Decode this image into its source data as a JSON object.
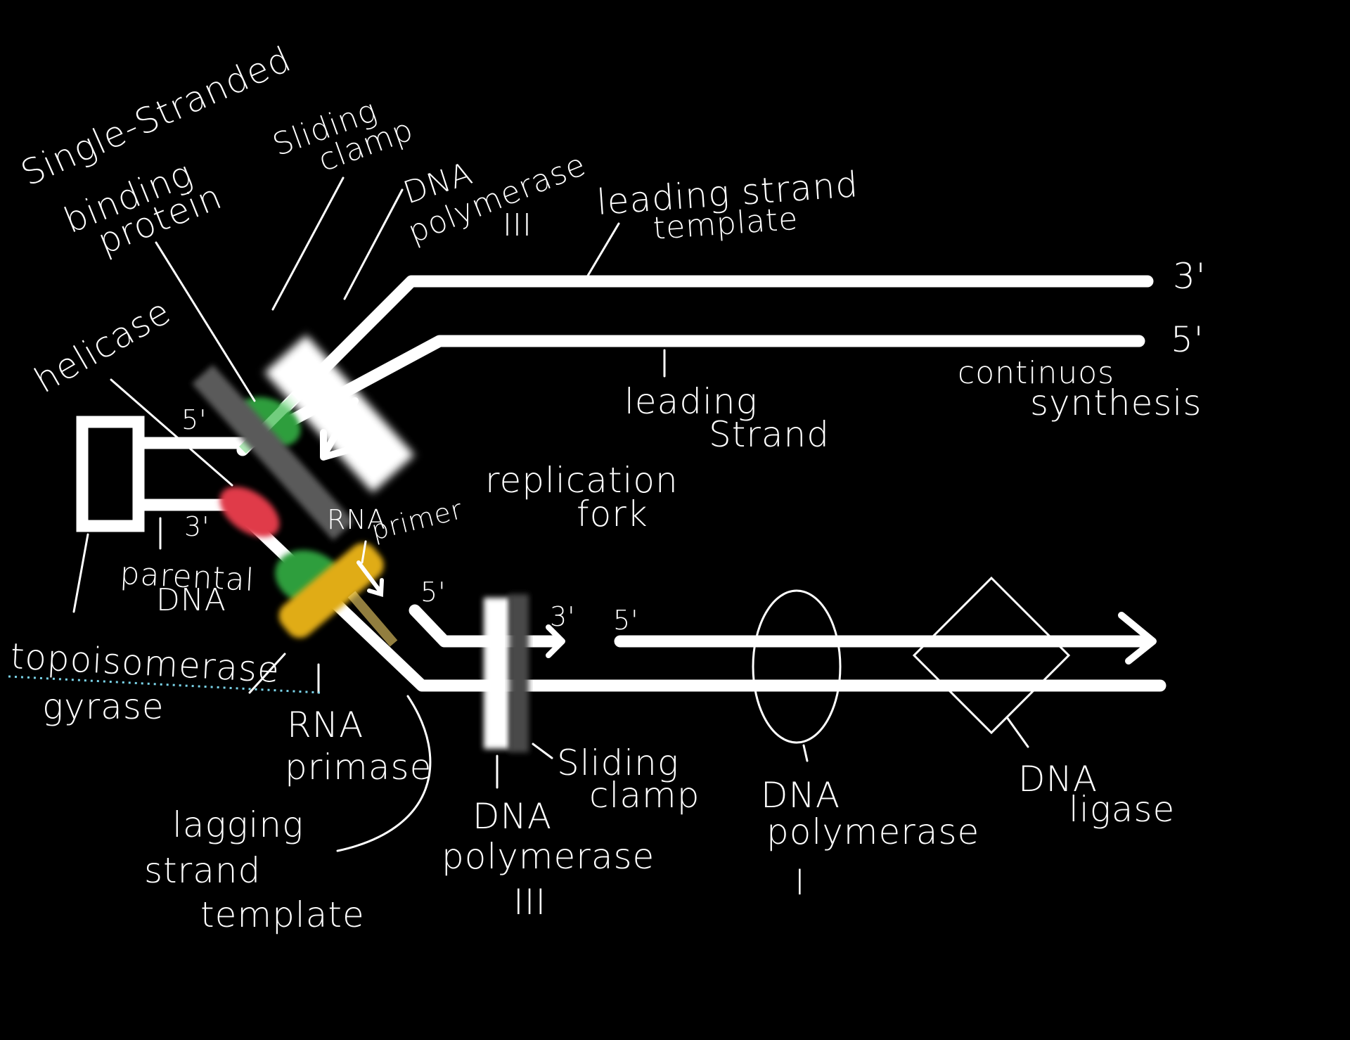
{
  "colors": {
    "background": "#000000",
    "strand": "#ffffff",
    "ssb_protein": "#2e9e3e",
    "rna_primer": "#e03a4a",
    "rna_primase": "#e0ac12",
    "clamp": "#6b6b6b",
    "dotted": "#7ad3e8"
  },
  "labels": {
    "ssb_line1": "Single-Stranded",
    "ssb_line2": "binding",
    "ssb_line3": "protein",
    "sliding_clamp_top_1": "Sliding",
    "sliding_clamp_top_2": "clamp",
    "dna_pol3_top_1": "DNA",
    "dna_pol3_top_2": "polymerase",
    "dna_pol3_top_3": "III",
    "leading_template_1": "leading strand",
    "leading_template_2": "template",
    "helicase": "helicase",
    "leading_strand_1": "leading",
    "leading_strand_2": "Strand",
    "continuous_1": "continuos",
    "continuous_2": "synthesis",
    "replication_fork_1": "replication",
    "replication_fork_2": "fork",
    "rna_primer_1": "RNA",
    "rna_primer_2": "primer",
    "parental_1": "parental",
    "parental_2": "DNA",
    "topoisomerase": "topoisomerase",
    "gyrase": "gyrase",
    "rna_primase_1": "RNA",
    "rna_primase_2": "primase",
    "lagging_1": "lagging",
    "lagging_2": "strand",
    "lagging_3": "template",
    "dna_pol3_bottom_1": "DNA",
    "dna_pol3_bottom_2": "polymerase",
    "dna_pol3_bottom_3": "III",
    "sliding_clamp_bottom_1": "Sliding",
    "sliding_clamp_bottom_2": "clamp",
    "dna_pol1_1": "DNA",
    "dna_pol1_2": "polymerase",
    "dna_pol1_3": "I",
    "ligase_1": "DNA",
    "ligase_2": "ligase"
  },
  "ends": {
    "top_3": "3'",
    "top_5": "5'",
    "fork_5": "5'",
    "fork_3": "3'",
    "lag_5a": "5'",
    "lag_3": "3'",
    "lag_5b": "5'"
  }
}
